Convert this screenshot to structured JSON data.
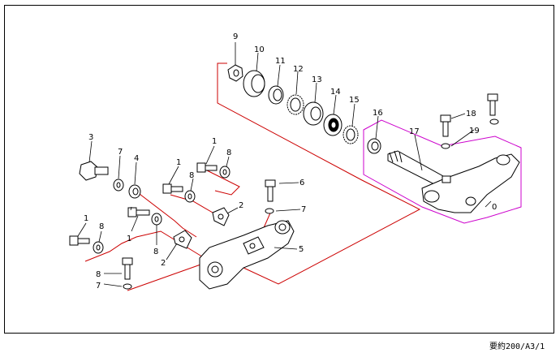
{
  "diagram": {
    "part_numbers": [
      "9",
      "10",
      "11",
      "12",
      "13",
      "14",
      "15",
      "16",
      "17",
      "18",
      "19",
      "0",
      "3",
      "7",
      "4",
      "1",
      "8",
      "1",
      "8",
      "6",
      "7",
      "2",
      "1",
      "8",
      "8",
      "1",
      "5",
      "2",
      "8",
      "7"
    ],
    "assembly_label": "0",
    "footer_code": "要約200/A3/1"
  },
  "colors": {
    "leader": "#cc0000",
    "subassembly_outline": "#cc00cc",
    "ink": "#000000"
  }
}
